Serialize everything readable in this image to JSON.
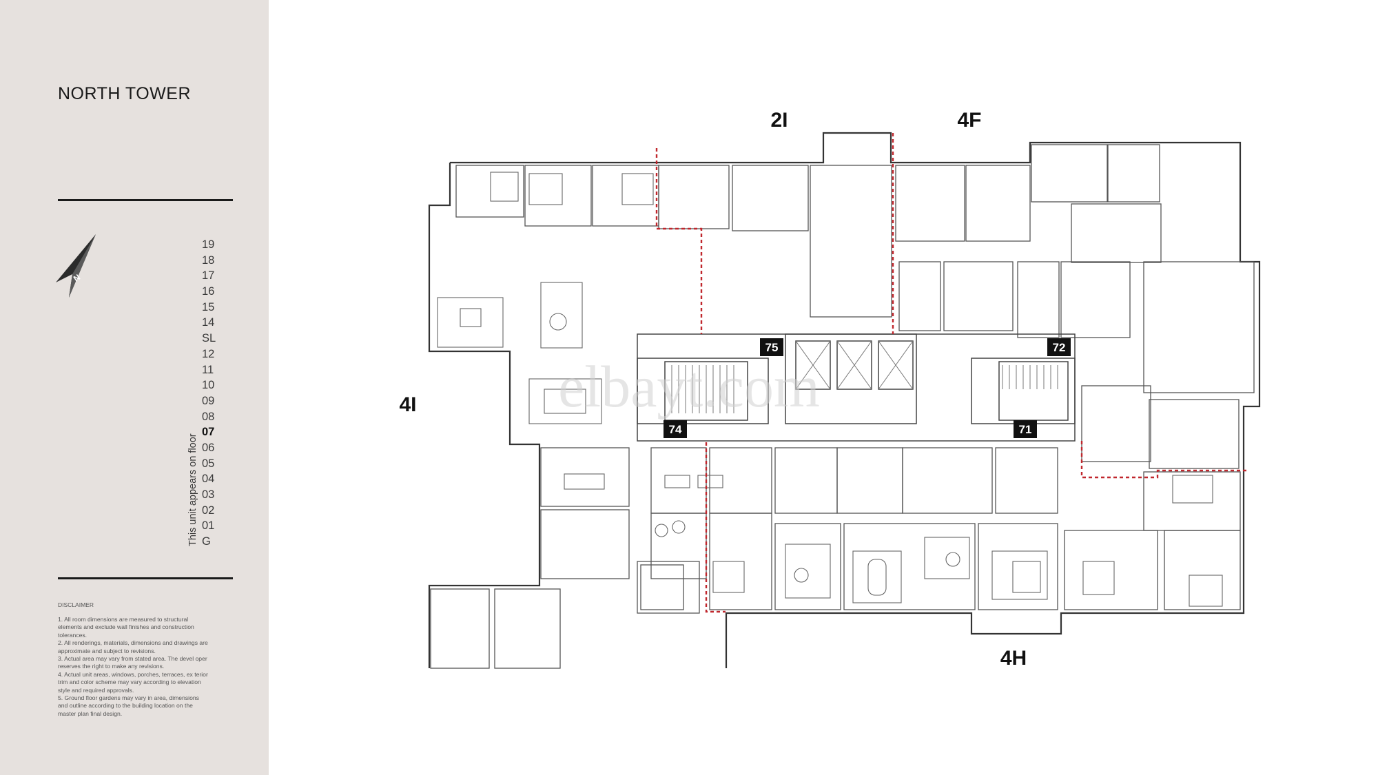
{
  "sidebar": {
    "tower_title": "NORTH TOWER",
    "north_icon": "north-arrow-icon",
    "floors": [
      "19",
      "18",
      "17",
      "16",
      "15",
      "14",
      "SL",
      "12",
      "11",
      "10",
      "09",
      "08",
      "07",
      "06",
      "05",
      "04",
      "03",
      "02",
      "01",
      "G"
    ],
    "current_floor": "07",
    "floor_caption": "This unit appears on floor",
    "disclaimer": {
      "title": "DISCLAIMER",
      "items": [
        "1. All room dimensions are measured to structural elements and exclude wall finishes and construction tolerances.",
        "2. All renderings, materials, dimensions and drawings are approximate and subject to revisions.",
        "3. Actual area may vary from stated area. The devel oper reserves the right to make any revisions.",
        "4. Actual unit areas, windows, porches, terraces, ex terior trim and color scheme may vary according to elevation style and required approvals.",
        "5. Ground floor gardens may vary in area, dimensions and outline according to the building location on the master plan final design."
      ]
    }
  },
  "plan": {
    "unit_labels": [
      "2I",
      "4F",
      "4I",
      "4H"
    ],
    "core_tags": [
      "75",
      "72",
      "74",
      "71"
    ],
    "watermark": "elbayt.com",
    "colors": {
      "wall": "#333333",
      "partition": "#c0272d",
      "sidebar_bg": "#e6e1de"
    }
  }
}
